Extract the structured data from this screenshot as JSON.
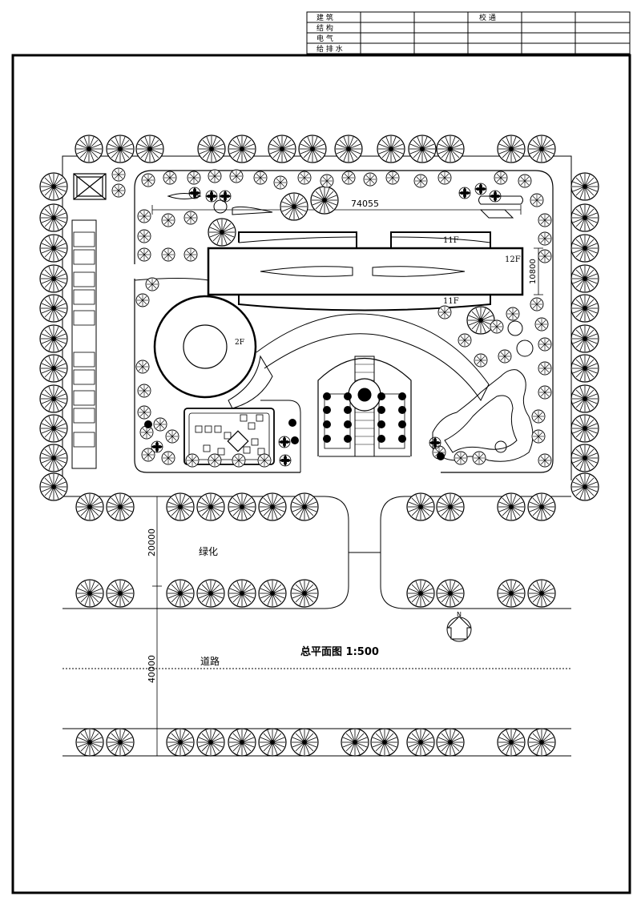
{
  "title_block": {
    "rows": [
      [
        "建 筑",
        "",
        "",
        "校 通",
        "",
        ""
      ],
      [
        "结 构",
        "",
        "",
        "",
        "",
        ""
      ],
      [
        "电 气",
        "",
        "",
        "",
        "",
        ""
      ],
      [
        "给 排 水",
        "",
        "",
        "",
        "",
        ""
      ]
    ]
  },
  "plan": {
    "dim_width": "74055",
    "dim_depth": "10800",
    "floors_north": "11F",
    "floors_east": "12F",
    "floors_south": "11F",
    "floors_round": "2F",
    "label_green": "绿化",
    "label_road": "道路",
    "dim_green": "20000",
    "dim_road": "40000",
    "north": "N",
    "plan_title": "总平面图 1:500"
  },
  "icon_names": [
    "tree-icon",
    "shrub-icon",
    "flower-icon",
    "north-arrow-icon"
  ]
}
